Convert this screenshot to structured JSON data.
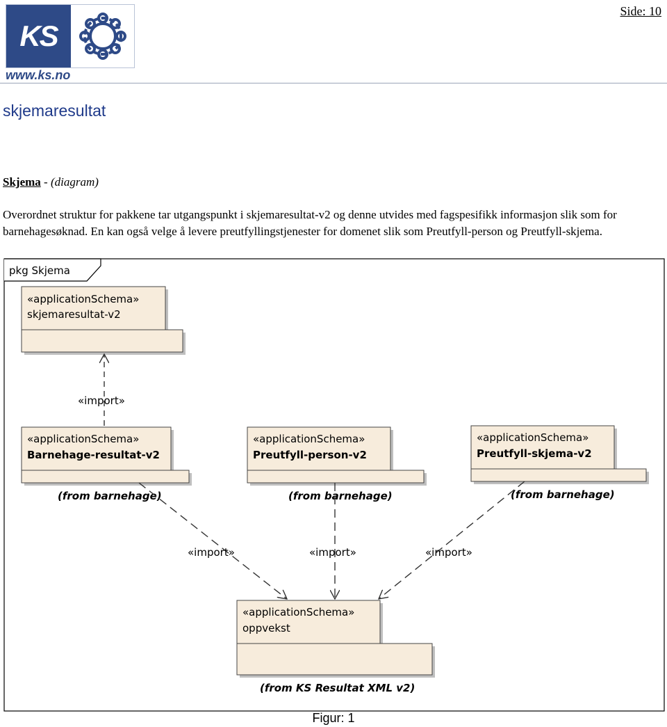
{
  "header": {
    "logo_text": "KS",
    "site_url": "www.ks.no",
    "page_number": "Side: 10"
  },
  "title": "skjemaresultat",
  "diagram": {
    "name": "Skjema",
    "separator": " - ",
    "kind": "(diagram)"
  },
  "description": "Overordnet struktur for pakkene tar utgangspunkt i skjemaresultat-v2 og denne utvides med fagspesifikk informasjon slik som for barnehagesøknad. En kan også velge å levere preutfyllingstjenester for domenet slik som Preutfyll-person og Preutfyll-skjema.",
  "uml": {
    "frame_label": "pkg Skjema",
    "stereotype": "«applicationSchema»",
    "import_label": "«import»",
    "packages": {
      "top": {
        "name": "skjemaresultat-v2"
      },
      "barnehage": {
        "name": "Barnehage-resultat-v2",
        "from": "(from barnehage)"
      },
      "person": {
        "name": "Preutfyll-person-v2",
        "from": "(from barnehage)"
      },
      "skjema": {
        "name": "Preutfyll-skjema-v2",
        "from": "(from barnehage)"
      },
      "oppvekst": {
        "name": "oppvekst",
        "from": "(from KS Resultat XML v2)"
      }
    }
  },
  "caption": "Figur: 1",
  "colors": {
    "brand": "#2e4a87",
    "title": "#1f3a8a",
    "package_fill": "#f7ecdc",
    "shadow": "#bfbfbf"
  }
}
